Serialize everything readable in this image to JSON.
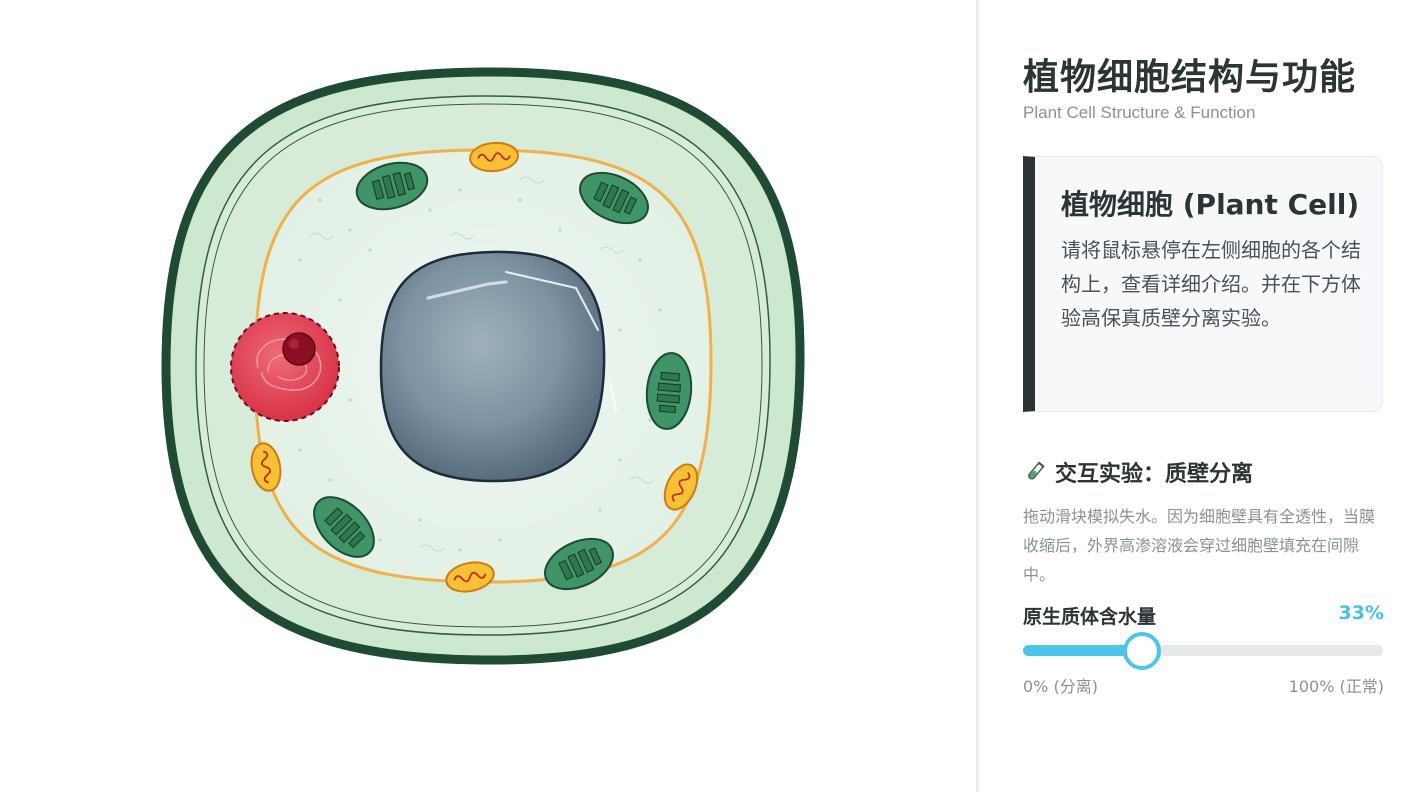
{
  "panel": {
    "title": "植物细胞结构与功能",
    "subtitle": "Plant Cell Structure & Function",
    "info": {
      "title": "植物细胞 (Plant Cell)",
      "body": "请将鼠标悬停在左侧细胞的各个结构上，查看详细介绍。并在下方体验高保真质壁分离实验。"
    },
    "experiment": {
      "icon": "test-tube-icon",
      "title": "交互实验：质壁分离",
      "description": "拖动滑块模拟失水。因为细胞壁具有全透性，当膜收缩后，外界高渗溶液会穿过细胞壁填充在间隙中。",
      "slider": {
        "label": "原生质体含水量",
        "value_text": "33%",
        "value_fraction": 0.33,
        "min_label": "0% (分离)",
        "max_label": "100% (正常)"
      }
    }
  },
  "colors": {
    "accent": "#4cc5ec",
    "cell_wall": "#1f4a34",
    "cell_wall_fill": "#c9e6cc",
    "membrane": "#f0b04a",
    "cytoplasm": "#e6f3ea",
    "nucleus": "#6f8796",
    "chloroplast": "#3f9468",
    "mitochondria": "#f6c037",
    "vacuole": "#e04456"
  }
}
